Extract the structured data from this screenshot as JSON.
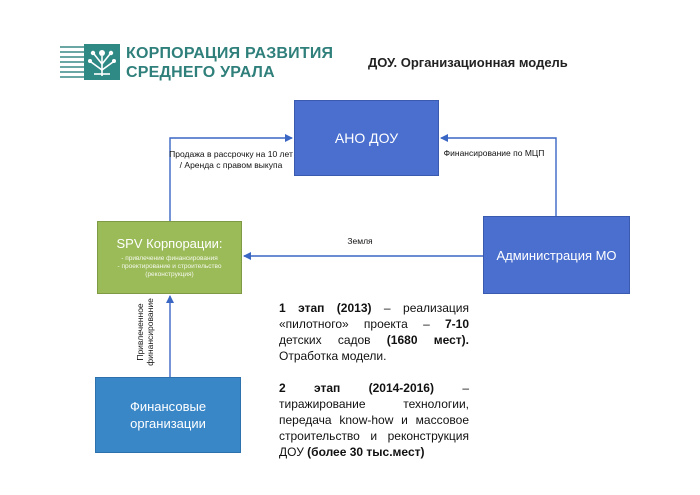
{
  "header": {
    "corp_line1": "КОРПОРАЦИЯ РАЗВИТИЯ",
    "corp_line2": "СРЕДНЕГО УРАЛА",
    "title": "ДОУ. Организационная модель"
  },
  "nodes": {
    "ano": "АНО ДОУ",
    "admin": "Администрация МО",
    "spv_title": "SPV Корпорации:",
    "spv_sub1": "- привлечение финансирования",
    "spv_sub2": "- проектирование и строительство",
    "spv_sub3": "(реконструкция)",
    "fin": "Финансовые организации"
  },
  "edges": {
    "sale": "Продажа в рассрочку на 10 лет / Аренда с правом выкупа",
    "financing": "Финансирование по МЦП",
    "land": "Земля",
    "attracted_line1": "Привлеченное",
    "attracted_line2": "финансирование"
  },
  "stages": {
    "stage1_a": "1 этап (2013)",
    "stage1_b": " – реализация «пилотного» проекта – ",
    "stage1_c": "7-10",
    "stage1_d": " детских садов ",
    "stage1_e": "(1680 мест).",
    "stage1_f": " Отработка модели.",
    "stage2_a": "2 этап (2014-2016)",
    "stage2_b": " – тиражирование технологии, передача know-how и массовое строительство и реконструкция ДОУ ",
    "stage2_c": "(более 30 тыс.мест)"
  },
  "colors": {
    "blue": "#4a6fcf",
    "green": "#9bbb59",
    "fin_blue": "#3a87c8",
    "teal": "#2f8a86"
  }
}
